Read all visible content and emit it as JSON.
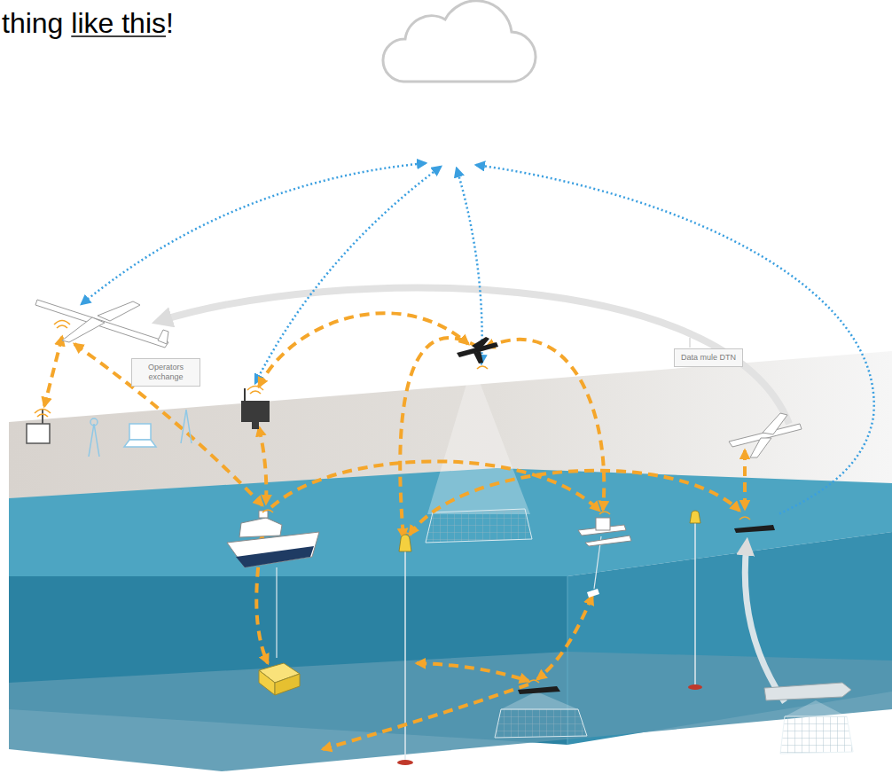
{
  "diagram": {
    "nodes": [
      {
        "text": [
          "Operators exchange"
        ]
      },
      {
        "text": [
          "Data mule DTN"
        ]
      }
    ],
    "labels": [
      "thing like this!"
    ]
  }
}
